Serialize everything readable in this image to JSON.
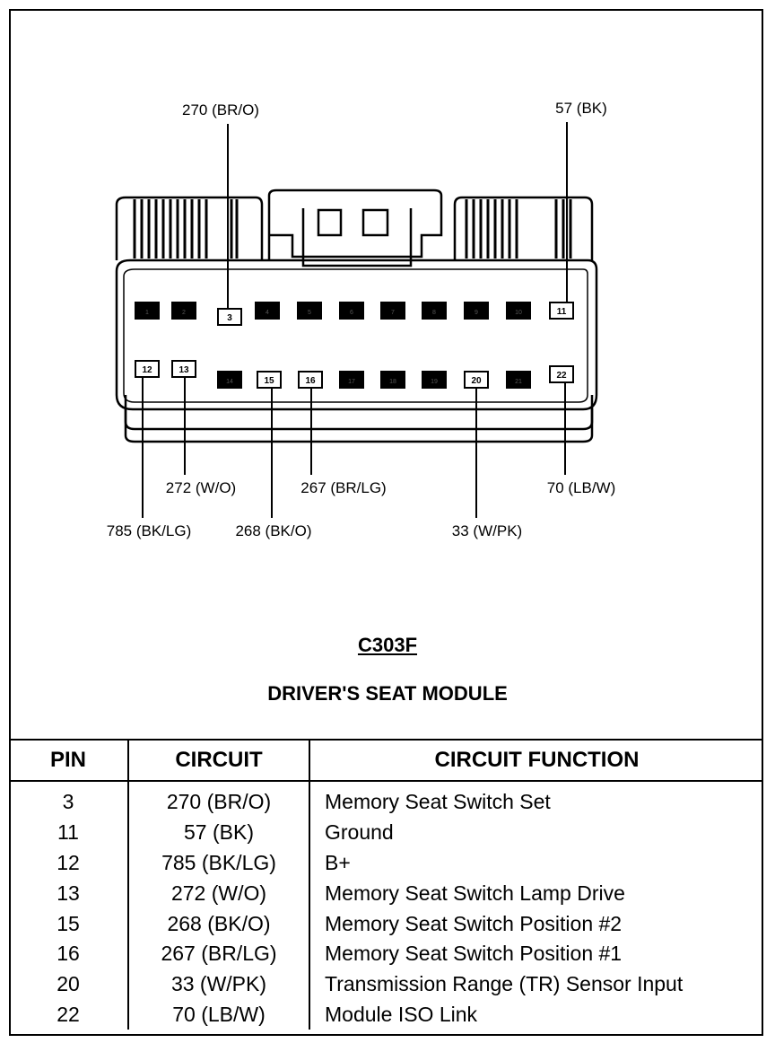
{
  "connector": {
    "id": "C303F",
    "name": "DRIVER'S SEAT MODULE",
    "callouts": [
      {
        "pin": "3",
        "label": "270 (BR/O)"
      },
      {
        "pin": "11",
        "label": "57 (BK)"
      },
      {
        "pin": "12",
        "label": "785 (BK/LG)"
      },
      {
        "pin": "13",
        "label": "272 (W/O)"
      },
      {
        "pin": "15",
        "label": "268 (BK/O)"
      },
      {
        "pin": "16",
        "label": "267 (BR/LG)"
      },
      {
        "pin": "20",
        "label": "33 (W/PK)"
      },
      {
        "pin": "22",
        "label": "70 (LB/W)"
      }
    ],
    "pins": [
      {
        "n": "1",
        "used": false
      },
      {
        "n": "2",
        "used": false
      },
      {
        "n": "3",
        "used": true
      },
      {
        "n": "4",
        "used": false
      },
      {
        "n": "5",
        "used": false
      },
      {
        "n": "6",
        "used": false
      },
      {
        "n": "7",
        "used": false
      },
      {
        "n": "8",
        "used": false
      },
      {
        "n": "9",
        "used": false
      },
      {
        "n": "10",
        "used": false
      },
      {
        "n": "11",
        "used": true
      },
      {
        "n": "12",
        "used": true
      },
      {
        "n": "13",
        "used": true
      },
      {
        "n": "14",
        "used": false
      },
      {
        "n": "15",
        "used": true
      },
      {
        "n": "16",
        "used": true
      },
      {
        "n": "17",
        "used": false
      },
      {
        "n": "18",
        "used": false
      },
      {
        "n": "19",
        "used": false
      },
      {
        "n": "20",
        "used": true
      },
      {
        "n": "21",
        "used": false
      },
      {
        "n": "22",
        "used": true
      }
    ]
  },
  "table": {
    "headers": {
      "pin": "PIN",
      "circuit": "CIRCUIT",
      "function": "CIRCUIT FUNCTION"
    },
    "rows": [
      {
        "pin": "3",
        "circuit": "270 (BR/O)",
        "function": "Memory Seat Switch Set"
      },
      {
        "pin": "11",
        "circuit": "57 (BK)",
        "function": "Ground"
      },
      {
        "pin": "12",
        "circuit": "785 (BK/LG)",
        "function": "B+"
      },
      {
        "pin": "13",
        "circuit": "272 (W/O)",
        "function": "Memory Seat Switch Lamp Drive"
      },
      {
        "pin": "15",
        "circuit": "268 (BK/O)",
        "function": "Memory Seat Switch Position #2"
      },
      {
        "pin": "16",
        "circuit": "267 (BR/LG)",
        "function": "Memory Seat Switch Position #1"
      },
      {
        "pin": "20",
        "circuit": "33 (W/PK)",
        "function": "Transmission Range (TR) Sensor Input"
      },
      {
        "pin": "22",
        "circuit": "70 (LB/W)",
        "function": "Module ISO Link"
      }
    ]
  }
}
